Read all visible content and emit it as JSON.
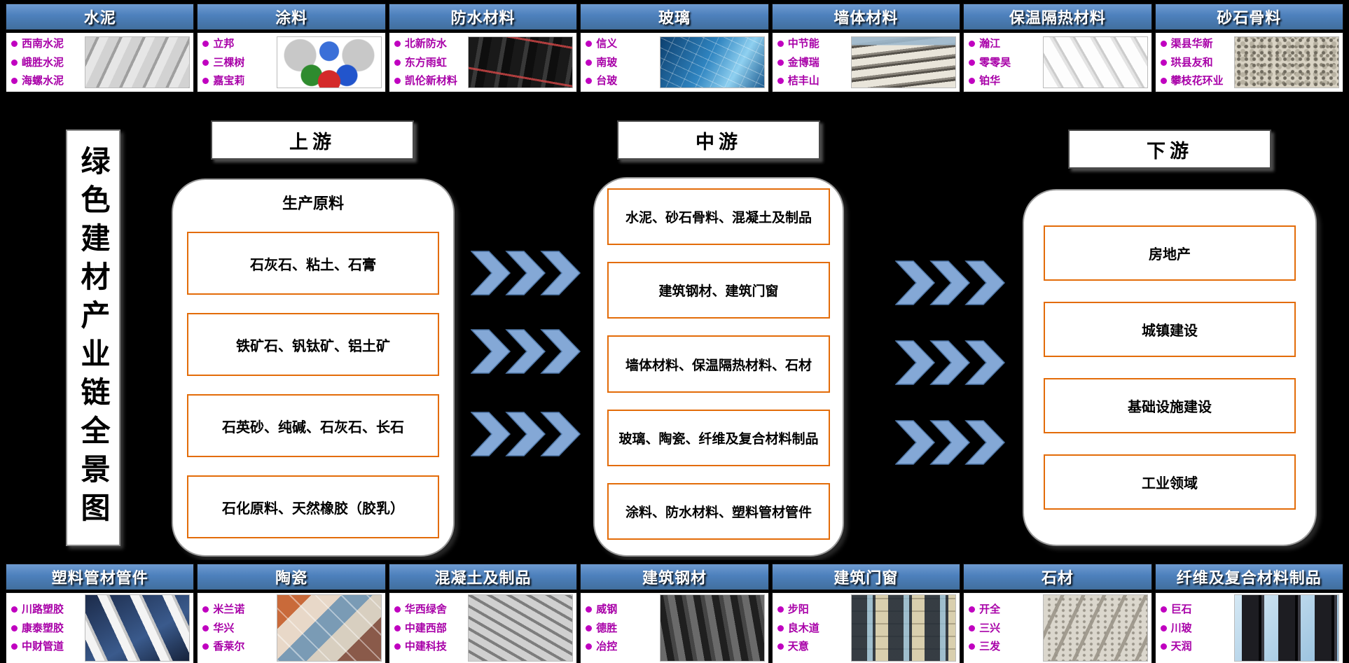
{
  "page_title": "绿色建材产业链全景图",
  "colors": {
    "header_blue": "#4d80bc",
    "company_text_magenta": "#a800a8",
    "bullet_magenta": "#c000c0",
    "flow_box_border_orange": "#e36c09",
    "arrow_steel_blue": "#84a8d6",
    "background_black": "#000000"
  },
  "top_categories": [
    {
      "name": "水泥",
      "companies": [
        "西南水泥",
        "峨胜水泥",
        "海螺水泥"
      ],
      "photo": "cement-bags-photo"
    },
    {
      "name": "涂料",
      "companies": [
        "立邦",
        "三棵树",
        "嘉宝莉"
      ],
      "photo": "paint-buckets-photo"
    },
    {
      "name": "防水材料",
      "companies": [
        "北新防水",
        "东方雨虹",
        "凯伦新材料"
      ],
      "photo": "waterproof-rolls-photo"
    },
    {
      "name": "玻璃",
      "companies": [
        "信义",
        "南玻",
        "台玻"
      ],
      "photo": "glass-building-photo"
    },
    {
      "name": "墙体材料",
      "companies": [
        "中节能",
        "金博瑞",
        "桔丰山"
      ],
      "photo": "wall-panels-photo"
    },
    {
      "name": "保温隔热材料",
      "companies": [
        "瀚江",
        "零零昊",
        "铂华"
      ],
      "photo": "insulation-boards-photo"
    },
    {
      "name": "砂石骨料",
      "companies": [
        "渠县华新",
        "珙县友和",
        "攀枝花环业"
      ],
      "photo": "gravel-aggregate-photo"
    }
  ],
  "bottom_categories": [
    {
      "name": "塑料管材管件",
      "companies": [
        "川路塑胶",
        "康泰塑胶",
        "中财管道"
      ],
      "photo": "plastic-pipes-photo"
    },
    {
      "name": "陶瓷",
      "companies": [
        "米兰诺",
        "华兴",
        "香莱尔"
      ],
      "photo": "ceramic-tiles-photo"
    },
    {
      "name": "混凝土及制品",
      "companies": [
        "华西绿舍",
        "中建西部",
        "中建科技"
      ],
      "photo": "concrete-products-photo"
    },
    {
      "name": "建筑钢材",
      "companies": [
        "威钢",
        "德胜",
        "冶控"
      ],
      "photo": "steel-beams-photo"
    },
    {
      "name": "建筑门窗",
      "companies": [
        "步阳",
        "良木道",
        "天意"
      ],
      "photo": "doors-windows-photo"
    },
    {
      "name": "石材",
      "companies": [
        "开全",
        "三兴",
        "三发"
      ],
      "photo": "stone-blocks-photo"
    },
    {
      "name": "纤维及复合材料制品",
      "companies": [
        "巨石",
        "川玻",
        "天润"
      ],
      "photo": "fiber-spools-photo"
    }
  ],
  "flow": {
    "upstream": {
      "label": "上游",
      "container_title": "生产原料",
      "boxes": [
        "石灰石、粘土、石膏",
        "铁矿石、钒钛矿、铝土矿",
        "石英砂、纯碱、石灰石、长石",
        "石化原料、天然橡胶（胶乳）"
      ]
    },
    "midstream": {
      "label": "中游",
      "boxes": [
        "水泥、砂石骨料、混凝土及制品",
        "建筑钢材、建筑门窗",
        "墙体材料、保温隔热材料、石材",
        "玻璃、陶瓷、纤维及复合材料制品",
        "涂料、防水材料、塑料管材管件"
      ]
    },
    "downstream": {
      "label": "下游",
      "boxes": [
        "房地产",
        "城镇建设",
        "基础设施建设",
        "工业领域"
      ]
    }
  }
}
